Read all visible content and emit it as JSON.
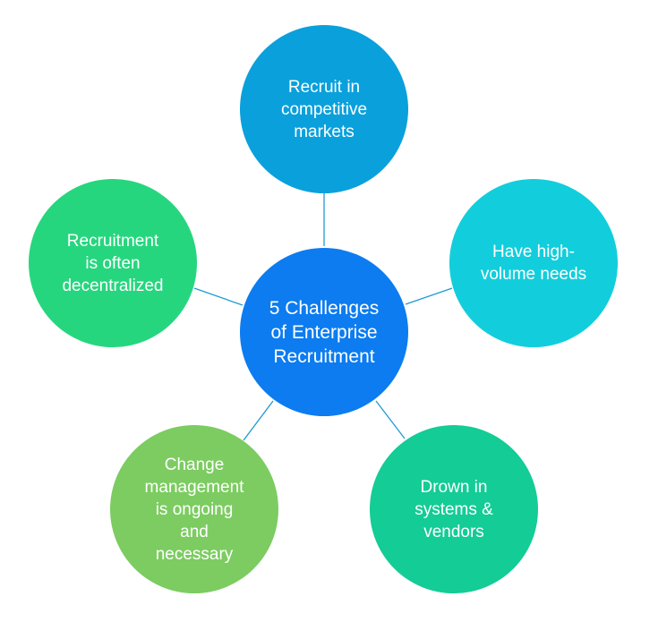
{
  "center": {
    "label": "5 Challenges\nof Enterprise\nRecruitment",
    "color": "#0c7cf0"
  },
  "nodes": [
    {
      "label": "Recruit in\ncompetitive\nmarkets",
      "color": "#0aa0dc"
    },
    {
      "label": "Have high-\nvolume needs",
      "color": "#12cedc"
    },
    {
      "label": "Drown in\nsystems &\nvendors",
      "color": "#13cc96"
    },
    {
      "label": "Change\nmanagement\nis ongoing\nand\nnecessary",
      "color": "#7ccc61"
    },
    {
      "label": "Recruitment\nis often\ndecentralized",
      "color": "#26d67e"
    }
  ],
  "connector_color": "#1e9ad6"
}
